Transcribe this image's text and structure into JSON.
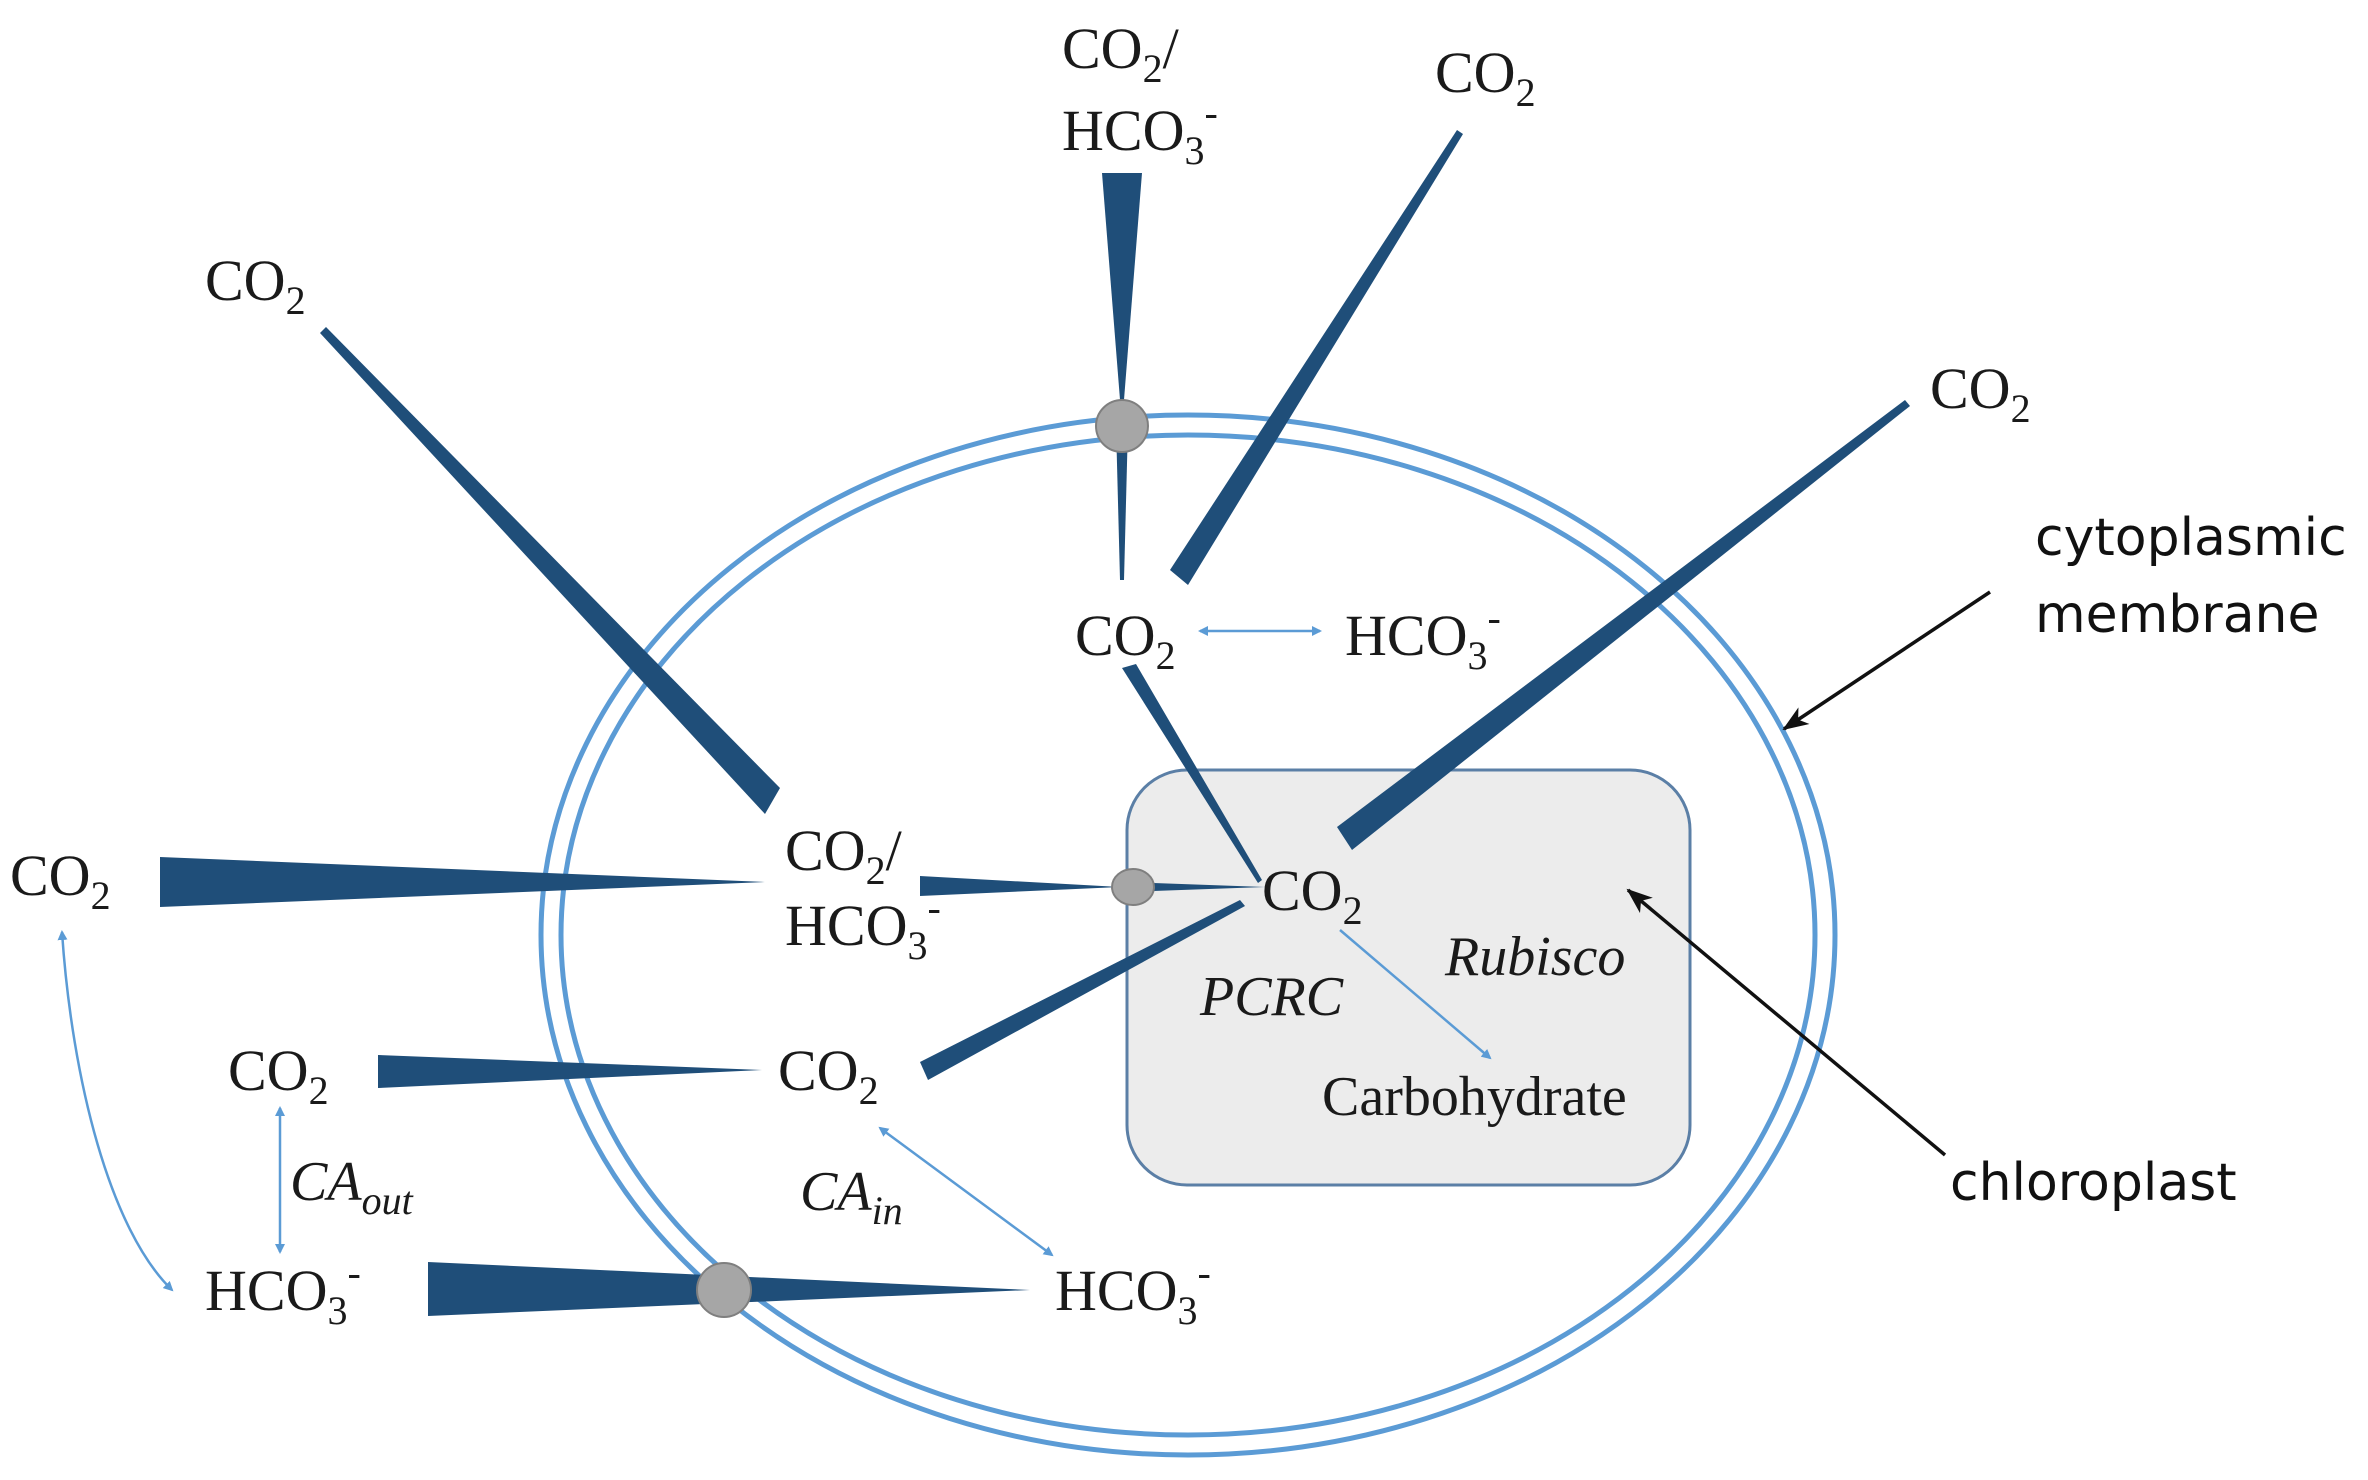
{
  "colors": {
    "flux": "#1f4e79",
    "membrane": "#5b9bd5",
    "equilibrium_arrow": "#5b9bd5",
    "transporter": "#a6a6a6",
    "chloroplast_fill": "#ececec",
    "chloroplast_stroke": "#5b7fa6",
    "pointer": "#111111"
  },
  "species": {
    "co2_top_left": {
      "base": "CO",
      "sub": "2"
    },
    "co2_top_mid": {
      "base": "CO",
      "sub": "2"
    },
    "co2_top_right": {
      "base": "CO",
      "sub": "2"
    },
    "co2_hco3_top": {
      "line1_base": "CO",
      "line1_sub": "2",
      "line1_suffix": "/",
      "line2_base": "HCO",
      "line2_sub": "3",
      "line2_sup": "-"
    },
    "co2_cytosol_top": {
      "base": "CO",
      "sub": "2"
    },
    "hco3_cytosol_top": {
      "base": "HCO",
      "sub": "3",
      "sup": "-"
    },
    "co2_left_outer": {
      "base": "CO",
      "sub": "2"
    },
    "co2_hco3_left": {
      "line1_base": "CO",
      "line1_sub": "2",
      "line1_suffix": "/",
      "line2_base": "HCO",
      "line2_sub": "3",
      "line2_sup": "-"
    },
    "co2_chloroplast": {
      "base": "CO",
      "sub": "2"
    },
    "co2_lower_outer": {
      "base": "CO",
      "sub": "2"
    },
    "co2_lower_inner": {
      "base": "CO",
      "sub": "2"
    },
    "hco3_bottom_outer": {
      "base": "HCO",
      "sub": "3",
      "sup": "-"
    },
    "hco3_bottom_inner": {
      "base": "HCO",
      "sub": "3",
      "sup": "-"
    },
    "carbohydrate": "Carbohydrate"
  },
  "enzymes": {
    "rubisco": "Rubisco",
    "pcrc": "PCRC",
    "ca_out": {
      "base": "CA",
      "sub": "out"
    },
    "ca_in": {
      "base": "CA",
      "sub": "in"
    }
  },
  "labels": {
    "membrane_line1": "cytoplasmic",
    "membrane_line2": "membrane",
    "chloroplast": "chloroplast"
  }
}
